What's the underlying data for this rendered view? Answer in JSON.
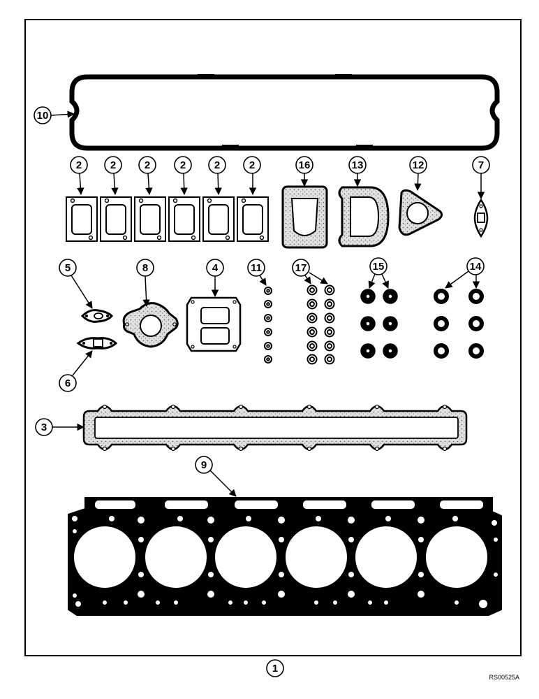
{
  "figure": {
    "assembly_number": "1",
    "reference_code": "RS00525A",
    "callouts": {
      "c10": "10",
      "c2a": "2",
      "c2b": "2",
      "c2c": "2",
      "c2d": "2",
      "c2e": "2",
      "c2f": "2",
      "c16": "16",
      "c13": "13",
      "c12": "12",
      "c7": "7",
      "c5": "5",
      "c8": "8",
      "c4": "4",
      "c11": "11",
      "c17": "17",
      "c15": "15",
      "c14": "14",
      "c6": "6",
      "c3": "3",
      "c9": "9"
    }
  },
  "colors": {
    "ink": "#000000",
    "paper": "#ffffff",
    "fill_shade": "#d4d4d4"
  }
}
